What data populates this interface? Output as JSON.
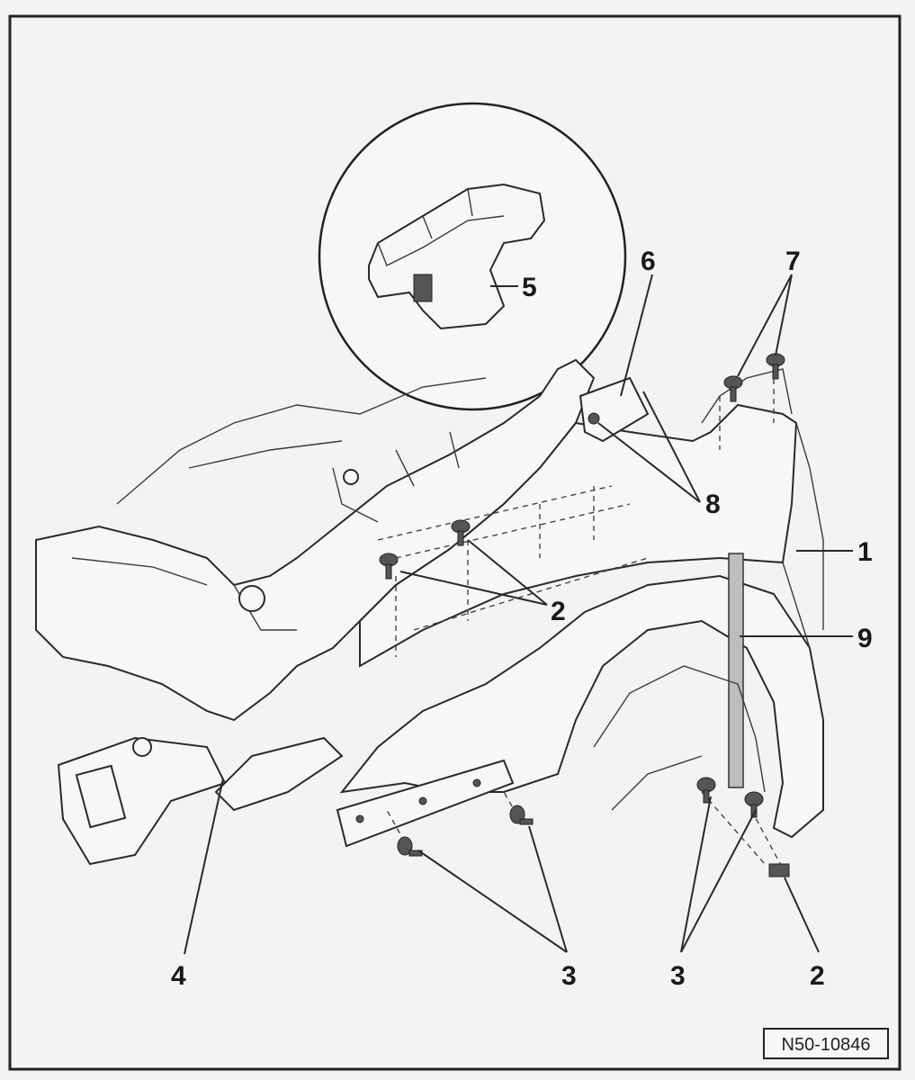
{
  "diagram": {
    "reference_code": "N50-10846",
    "callouts": [
      {
        "id": "1",
        "label": "1"
      },
      {
        "id": "2a",
        "label": "2"
      },
      {
        "id": "2b",
        "label": "2"
      },
      {
        "id": "3a",
        "label": "3"
      },
      {
        "id": "3b",
        "label": "3"
      },
      {
        "id": "4",
        "label": "4"
      },
      {
        "id": "5",
        "label": "5"
      },
      {
        "id": "6",
        "label": "6"
      },
      {
        "id": "7",
        "label": "7"
      },
      {
        "id": "8",
        "label": "8"
      },
      {
        "id": "9",
        "label": "9"
      }
    ]
  }
}
